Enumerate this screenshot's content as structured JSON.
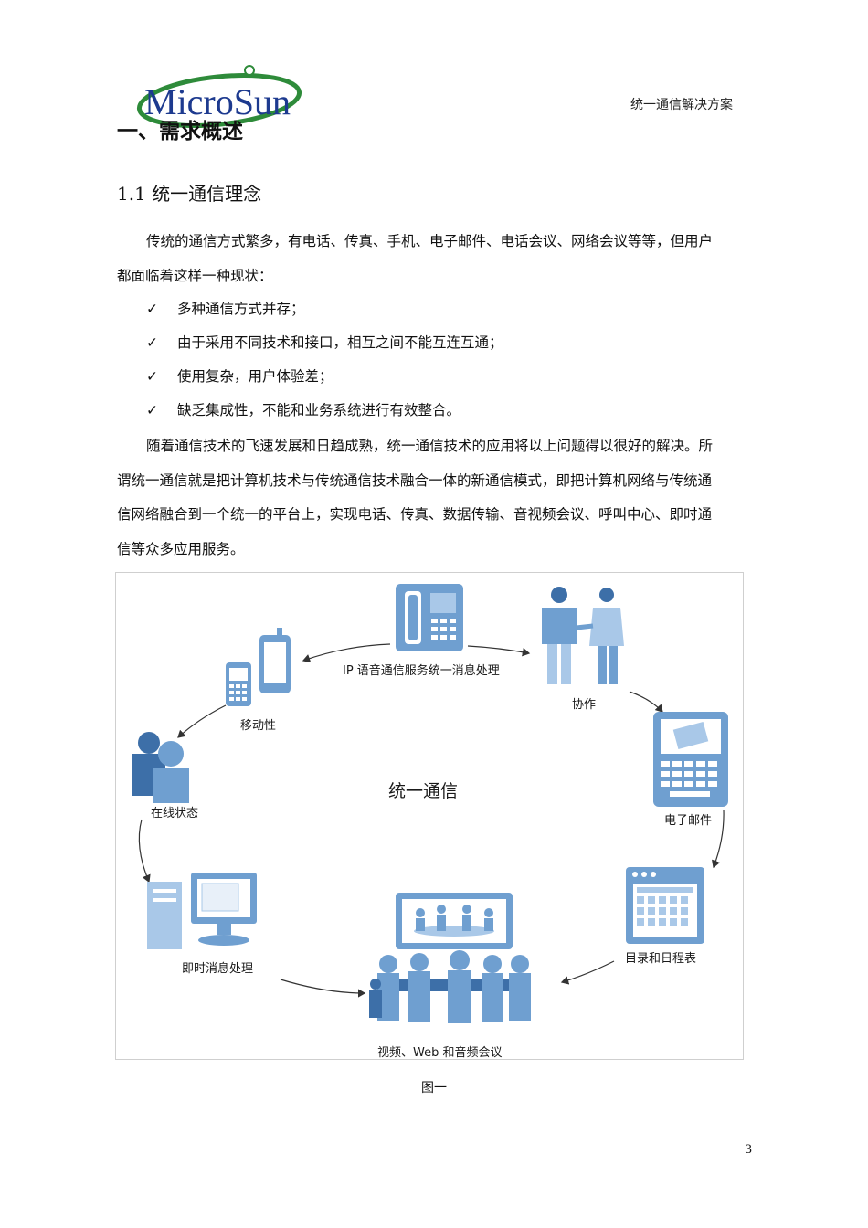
{
  "header": {
    "logo_text": "MicroSun",
    "doc_title": "统一通信解决方案"
  },
  "section": {
    "h1": "一、需求概述",
    "h2": "1.1 统一通信理念"
  },
  "paragraph1": {
    "line1": "传统的通信方式繁多，有电话、传真、手机、电子邮件、电话会议、网络会议等等，但用户",
    "line2": "都面临着这样一种现状："
  },
  "bullets": [
    "多种通信方式并存；",
    "由于采用不同技术和接口，相互之间不能互连互通；",
    "使用复杂，用户体验差；",
    "缺乏集成性，不能和业务系统进行有效整合。"
  ],
  "bullet_mark": "✓",
  "paragraph2": {
    "line1": "随着通信技术的飞速发展和日趋成熟，统一通信技术的应用将以上问题得以很好的解决。所",
    "line2": "谓统一通信就是把计算机技术与传统通信技术融合一体的新通信模式，即把计算机网络与传统通",
    "line3": "信网络融合到一个统一的平台上，实现电话、传真、数据传输、音视频会议、呼叫中心、即时通",
    "line4": "信等众多应用服务。"
  },
  "figure": {
    "center_label": "统一通信",
    "labels": {
      "ip_voice": "IP 语音通信服务统一消息处理",
      "collab": "协作",
      "email": "电子邮件",
      "calendar": "目录和日程表",
      "video": "视频、Web 和音频会议",
      "im": "即时消息处理",
      "presence": "在线状态",
      "mobile": "移动性"
    },
    "icons": [
      "ip-phone-icon",
      "people-handshake-icon",
      "email-device-icon",
      "calendar-icon",
      "video-conference-icon",
      "computer-icon",
      "presence-people-icon",
      "mobile-phone-icon"
    ],
    "colors": {
      "icon_blue": "#6f9fd0",
      "icon_dark": "#3d6fa8",
      "icon_light": "#a9c8e8"
    }
  },
  "caption": "图一",
  "page_number": "3",
  "colors": {
    "logo_blue": "#1d3a8f",
    "logo_green": "#2e8b3a"
  }
}
